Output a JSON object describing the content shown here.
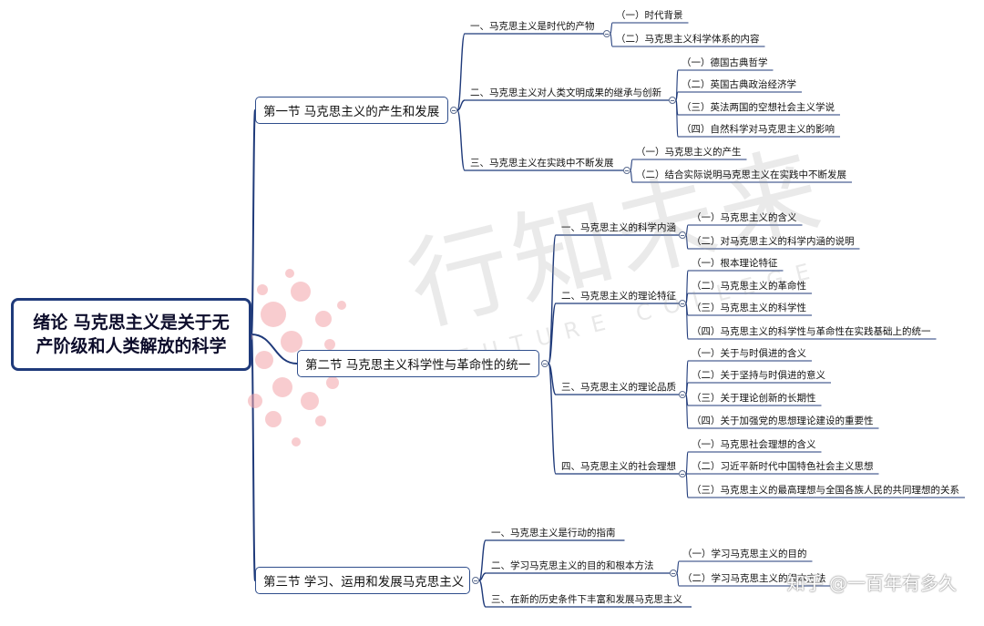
{
  "root": {
    "line1": "绪论 马克思主义是关于无",
    "line2": "产阶级和人类解放的科学"
  },
  "sections": [
    {
      "title": "第一节 马克思主义的产生和发展",
      "items": [
        {
          "label": "一、马克思主义是时代的产物",
          "subs": [
            "（一）时代背景",
            "（二）马克思主义科学体系的内容"
          ]
        },
        {
          "label": "二、马克思主义对人类文明成果的继承与创新",
          "subs": [
            "（一）德国古典哲学",
            "（二）英国古典政治经济学",
            "（三）英法两国的空想社会主义学说",
            "（四）自然科学对马克思主义的影响"
          ]
        },
        {
          "label": "三、马克思主义在实践中不断发展",
          "subs": [
            "（一）马克思主义的产生",
            "（二）结合实际说明马克思主义在实践中不断发展"
          ]
        }
      ]
    },
    {
      "title": "第二节 马克思主义科学性与革命性的统一",
      "items": [
        {
          "label": "一、马克思主义的科学内涵",
          "subs": [
            "（一）马克思主义的含义",
            "（二）对马克思主义的科学内涵的说明"
          ]
        },
        {
          "label": "二、马克思主义的理论特征",
          "subs": [
            "（一）根本理论特征",
            "（二）马克思主义的革命性",
            "（三）马克思主义的科学性",
            "（四）马克思主义的科学性与革命性在实践基础上的统一"
          ]
        },
        {
          "label": "三、马克思主义的理论品质",
          "subs": [
            "（一）关于与时俱进的含义",
            "（二）关于坚持与时俱进的意义",
            "（三）关于理论创新的长期性",
            "（四）关于加强党的思想理论建设的重要性"
          ]
        },
        {
          "label": "四、马克思主义的社会理想",
          "subs": [
            "（一）马克思社会理想的含义",
            "（二）习近平新时代中国特色社会主义思想",
            "（三）马克思主义的最高理想与全国各族人民的共同理想的关系"
          ]
        }
      ]
    },
    {
      "title": "第三节 学习、运用和发展马克思主义",
      "items": [
        {
          "label": "一、马克思主义是行动的指南",
          "subs": []
        },
        {
          "label": "二、学习马克思主义的目的和根本方法",
          "subs": [
            "（一）学习马克思主义的目的",
            "（二）学习马克思主义的根本方法"
          ]
        },
        {
          "label": "三、在新的历史条件下丰富和发展马克思主义",
          "subs": []
        }
      ]
    }
  ],
  "watermark": {
    "text": "行知未来",
    "subtext": "FUTURE COLLEGE",
    "color": "#f2a3a8"
  },
  "signature": "知乎 @一百年有多久",
  "colors": {
    "line": "#1f3a7a",
    "root_border": "#1f3a7a",
    "section_border": "#2f4e8c"
  }
}
